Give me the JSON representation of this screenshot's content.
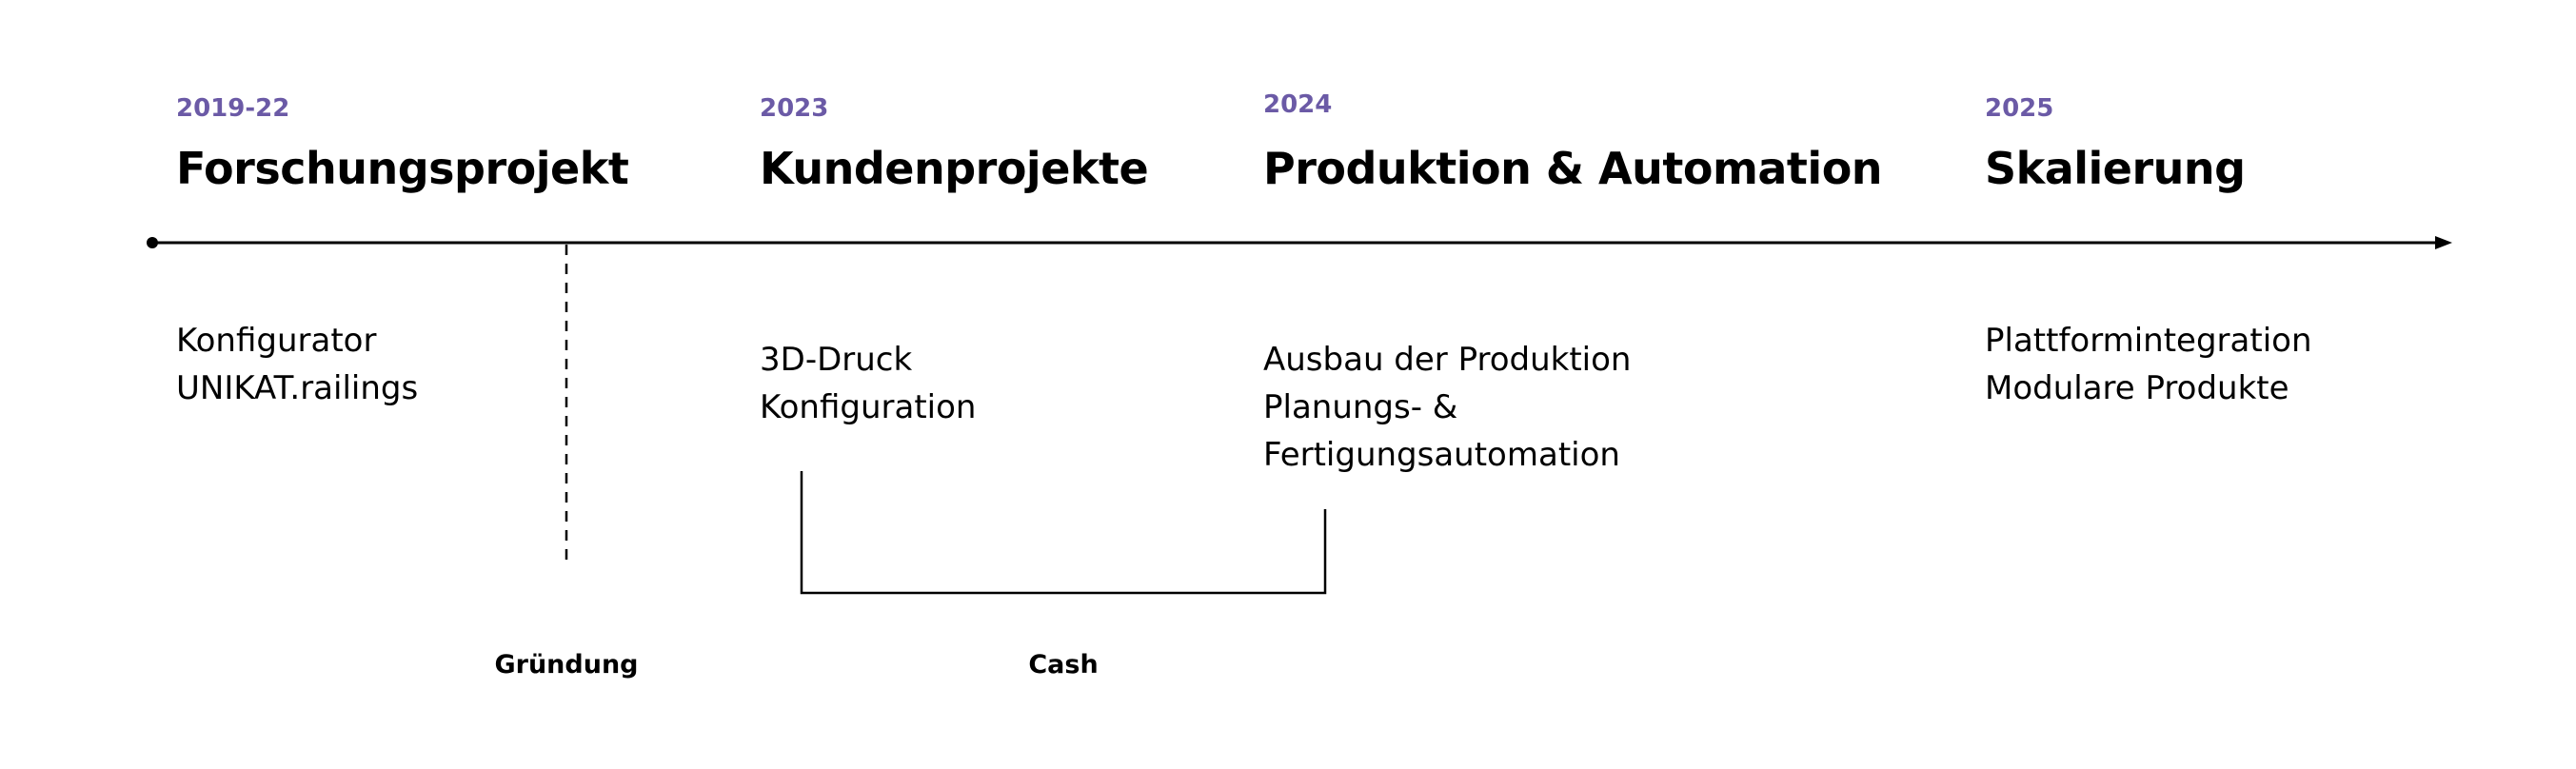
{
  "timeline": {
    "accent_color": "#6b5aa6",
    "phases": [
      {
        "year": "2019-22",
        "title": "Forschungsprojekt",
        "items": [
          "Konfigurator",
          "UNIKAT.railings"
        ]
      },
      {
        "year": "2023",
        "title": "Kundenprojekte",
        "items": [
          "3D-Druck",
          "Konfiguration"
        ]
      },
      {
        "year": "2024",
        "title": "Produktion & Automation",
        "items": [
          "Ausbau der Produktion",
          "Planungs- &",
          "Fertigungsautomation"
        ]
      },
      {
        "year": "2025",
        "title": "Skalierung",
        "items": [
          "Plattformintegration",
          "Modulare Produkte"
        ]
      }
    ],
    "markers": {
      "founding_label": "Gründung",
      "cash_label": "Cash"
    }
  }
}
